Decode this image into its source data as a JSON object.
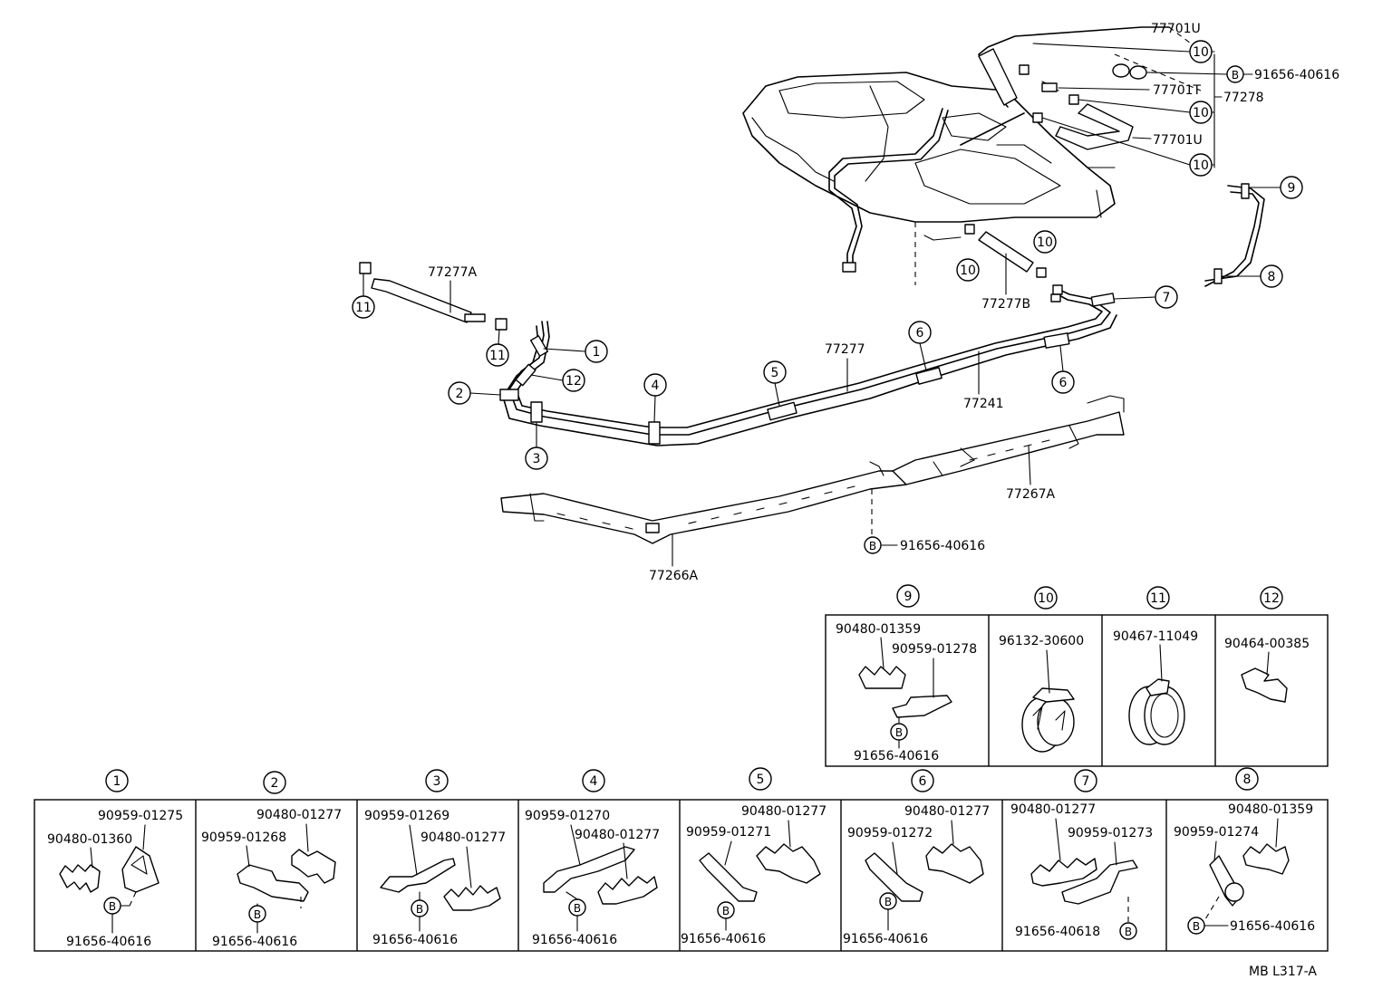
{
  "drawing_code": "MB L317-A",
  "callouts": {
    "c1": "1",
    "c2": "2",
    "c3": "3",
    "c4": "4",
    "c5": "5",
    "c6": "6",
    "c7": "7",
    "c8": "8",
    "c9": "9",
    "c10": "10",
    "c11": "11",
    "c12": "12",
    "bolt": "B"
  },
  "parts": {
    "p77701U": "77701U",
    "p77701T": "77701T",
    "p77278": "77278",
    "p91656_40616": "91656-40616",
    "p91656_40618": "91656-40618",
    "p77277A": "77277A",
    "p77277B": "77277B",
    "p77277": "77277",
    "p77241": "77241",
    "p77267A": "77267A",
    "p77266A": "77266A",
    "p90480_01359": "90480-01359",
    "p90959_01278": "90959-01278",
    "p96132_30600": "96132-30600",
    "p90467_11049": "90467-11049",
    "p90464_00385": "90464-00385",
    "p90959_01275": "90959-01275",
    "p90480_01360": "90480-01360",
    "p90480_01277": "90480-01277",
    "p90959_01268": "90959-01268",
    "p90959_01269": "90959-01269",
    "p90959_01270": "90959-01270",
    "p90959_01271": "90959-01271",
    "p90959_01272": "90959-01272",
    "p90959_01273": "90959-01273",
    "p90959_01274": "90959-01274"
  }
}
